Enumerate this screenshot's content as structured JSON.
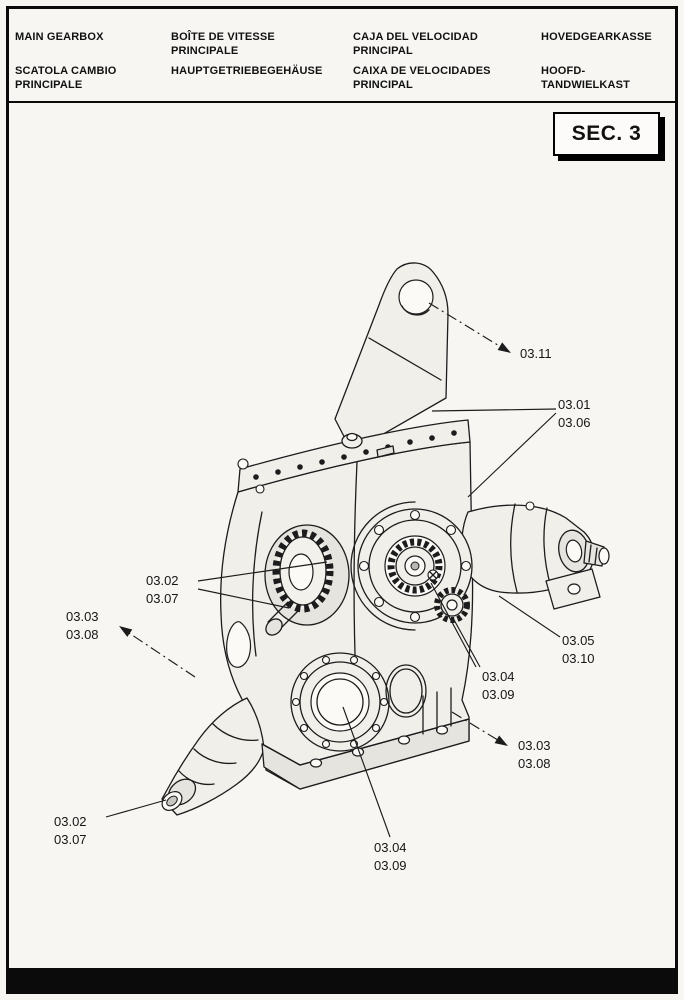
{
  "document": {
    "section_label": "SEC. 3"
  },
  "header": {
    "col1": {
      "line1": "MAIN GEARBOX",
      "line2": "SCATOLA CAMBIO\nPRINCIPALE"
    },
    "col2": {
      "line1": "BOÎTE DE VITESSE\nPRINCIPALE",
      "line2": "HAUPTGETRIEBEGEHÄUSE"
    },
    "col3": {
      "line1": "CAJA DEL VELOCIDAD\nPRINCIPAL",
      "line2": "CAIXA DE VELOCIDADES\nPRINCIPAL"
    },
    "col4": {
      "line1": "HOVEDGEARKASSE",
      "line2": "HOOFD-\nTANDWIELKAST"
    }
  },
  "callouts": {
    "top_right": "03.11",
    "right_upper": "03.01\n03.06",
    "mid_left": "03.02\n03.07",
    "left_arrow": "03.03\n03.08",
    "right_lower": "03.05\n03.10",
    "center_right": "03.04\n03.09",
    "bottom_right": "03.03\n03.08",
    "bottom_left": "03.02\n03.07",
    "bottom_center": "03.04\n03.09"
  }
}
